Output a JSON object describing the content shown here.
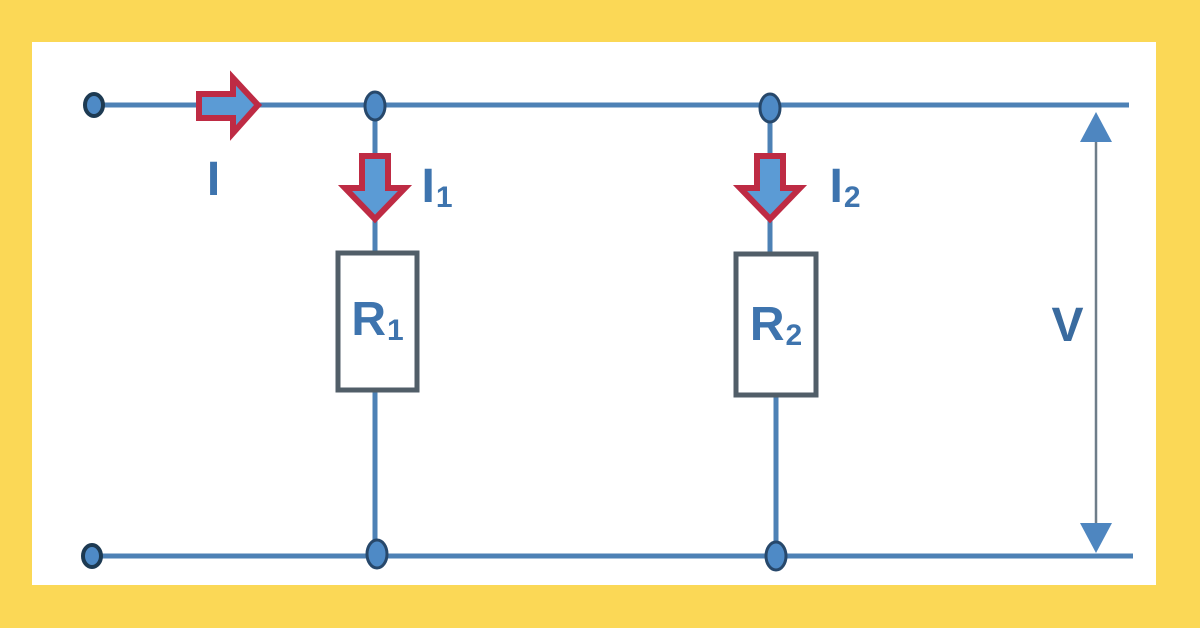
{
  "diagram": {
    "type": "circuit-diagram",
    "labels": {
      "current": {
        "base": "I",
        "sub": ""
      },
      "current1": {
        "base": "I",
        "sub": "1"
      },
      "current2": {
        "base": "I",
        "sub": "2"
      },
      "resistor1": {
        "base": "R",
        "sub": "1"
      },
      "resistor2": {
        "base": "R",
        "sub": "2"
      },
      "voltage": {
        "base": "V",
        "sub": ""
      }
    },
    "colors": {
      "background": "#FBD856",
      "panel": "#FFFFFF",
      "wire": "#4D81B5",
      "node_fill": "#4E8AC6",
      "node_stroke": "#27486B",
      "terminal_stroke": "#1D3A52",
      "arrow_fill": "#5B9BD5",
      "arrow_stroke": "#BE2B44",
      "resistor_stroke": "#515E68",
      "label_color": "#3E74AE",
      "v_label_color": "#3A6B9F",
      "measure_line": "#6E7D89",
      "measure_head": "#4E86C0"
    }
  }
}
